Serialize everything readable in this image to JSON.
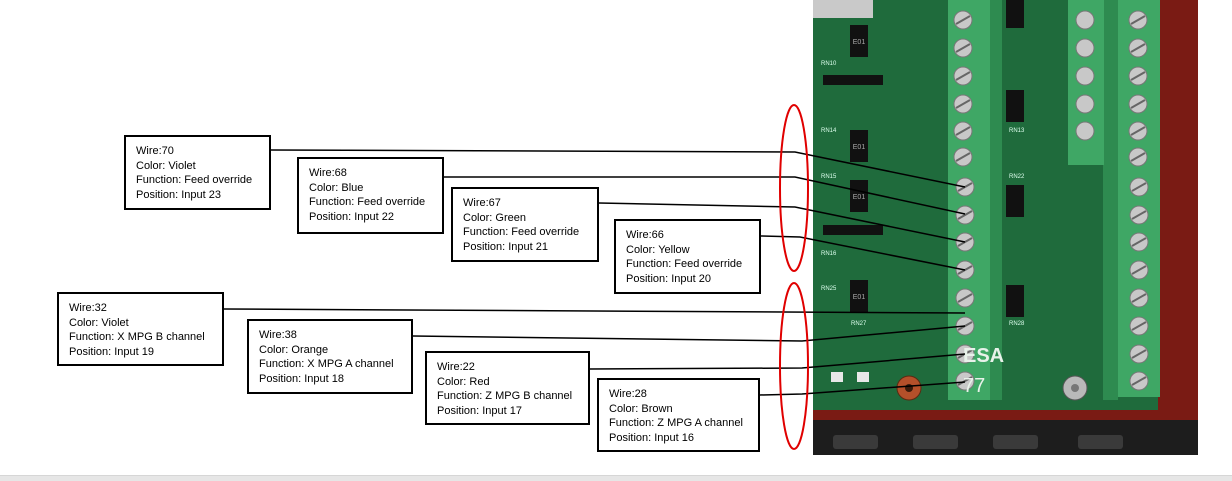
{
  "wires": [
    {
      "wire": "Wire:70",
      "color": "Color: Violet",
      "function": "Function: Feed override",
      "position": "Position: Input 23"
    },
    {
      "wire": "Wire:68",
      "color": "Color: Blue",
      "function": "Function: Feed override",
      "position": "Position: Input 22"
    },
    {
      "wire": "Wire:67",
      "color": "Color: Green",
      "function": "Function: Feed override",
      "position": "Position: Input 21"
    },
    {
      "wire": "Wire:66",
      "color": "Color: Yellow",
      "function": "Function: Feed override",
      "position": "Position: Input 20"
    },
    {
      "wire": "Wire:32",
      "color": "Color: Violet",
      "function": "Function: X MPG B channel",
      "position": "Position: Input 19"
    },
    {
      "wire": "Wire:38",
      "color": "Color: Orange",
      "function": "Function: X MPG A channel",
      "position": "Position: Input 18"
    },
    {
      "wire": "Wire:22",
      "color": "Color: Red",
      "function": "Function: Z MPG B channel",
      "position": "Position: Input 17"
    },
    {
      "wire": "Wire:28",
      "color": "Color: Brown",
      "function": "Function: Z MPG A channel",
      "position": "Position: Input 16"
    }
  ],
  "board": {
    "brand_text": "ESA",
    "board_number": "77",
    "chip_label": "E01",
    "resistor_labels": [
      "RN10",
      "RN13",
      "RN14",
      "RN22",
      "RN15",
      "RN16",
      "RN25",
      "RN27",
      "RN28"
    ]
  },
  "colors": {
    "terminal_green": "#3fa765",
    "pcb_green": "#1f6b3c",
    "highlight_ellipse": "#e00000",
    "background_red": "#7a1b14"
  }
}
